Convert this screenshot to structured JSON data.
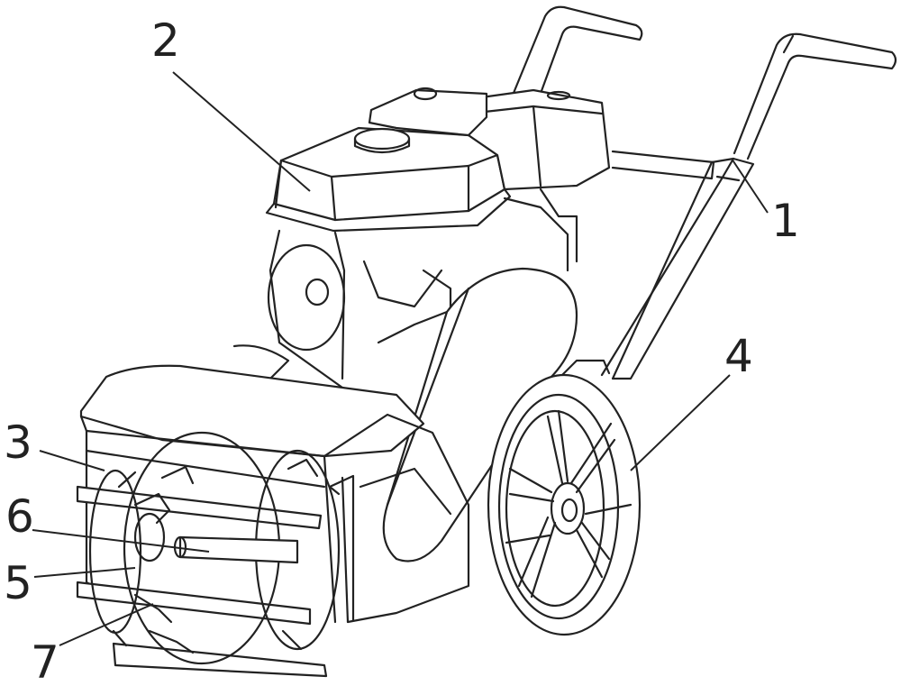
{
  "figure": {
    "callouts": [
      {
        "id": "1",
        "label": "1"
      },
      {
        "id": "2",
        "label": "2"
      },
      {
        "id": "3",
        "label": "3"
      },
      {
        "id": "4",
        "label": "4"
      },
      {
        "id": "5",
        "label": "5"
      },
      {
        "id": "6",
        "label": "6"
      },
      {
        "id": "7",
        "label": "7"
      }
    ],
    "line_color": "#222222",
    "background": "#ffffff"
  }
}
